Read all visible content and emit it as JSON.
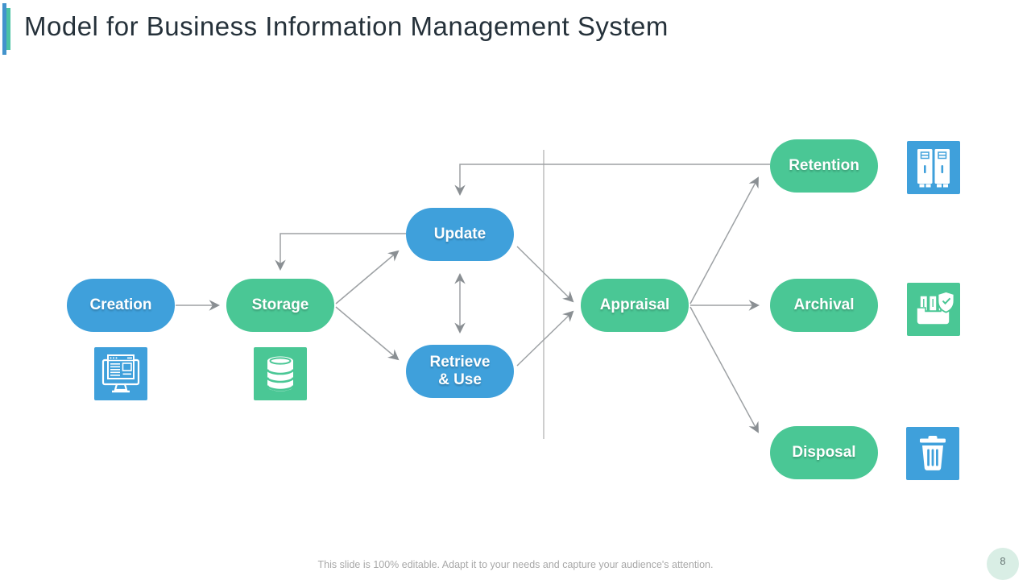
{
  "slide": {
    "title": "Model for Business Information Management System",
    "footer": "This slide is 100% editable. Adapt it to your needs and capture your audience's attention.",
    "page_number": "8"
  },
  "colors": {
    "node_blue": "#3FA0DB",
    "node_green": "#4AC795",
    "connector_gray": "#9DA1A4",
    "arrowhead_gray": "#8A8F93",
    "divider_gray": "#C2C2C2",
    "title_text": "#25313A",
    "footer_text": "#A8A8A8",
    "page_badge_bg": "#D9EEE5",
    "accent_bar_blue": "#4393CC",
    "accent_bar_teal": "#4CC3A5"
  },
  "diagram": {
    "nodes": [
      {
        "id": "creation",
        "label": "Creation",
        "color": "blue",
        "icon": "computer-icon"
      },
      {
        "id": "storage",
        "label": "Storage",
        "color": "green",
        "icon": "database-icon"
      },
      {
        "id": "update",
        "label": "Update",
        "color": "blue",
        "icon": null
      },
      {
        "id": "retrieve_use",
        "label": "Retrieve\n& Use",
        "color": "blue",
        "icon": null
      },
      {
        "id": "appraisal",
        "label": "Appraisal",
        "color": "green",
        "icon": null
      },
      {
        "id": "retention",
        "label": "Retention",
        "color": "green",
        "icon": "lockers-icon"
      },
      {
        "id": "archival",
        "label": "Archival",
        "color": "green",
        "icon": "archive-shield-icon"
      },
      {
        "id": "disposal",
        "label": "Disposal",
        "color": "green",
        "icon": "trash-icon"
      }
    ],
    "edges": [
      {
        "from": "creation",
        "to": "storage",
        "type": "arrow"
      },
      {
        "from": "storage",
        "to": "update",
        "type": "arrow"
      },
      {
        "from": "storage",
        "to": "retrieve_use",
        "type": "arrow"
      },
      {
        "from": "update",
        "to": "retrieve_use",
        "type": "double-arrow"
      },
      {
        "from": "update",
        "to": "storage",
        "type": "elbow-arrow"
      },
      {
        "from": "update",
        "to": "appraisal",
        "type": "arrow"
      },
      {
        "from": "retrieve_use",
        "to": "appraisal",
        "type": "arrow"
      },
      {
        "from": "retention",
        "to": "update",
        "type": "elbow-arrow"
      },
      {
        "from": "appraisal",
        "to": "retention",
        "type": "arrow"
      },
      {
        "from": "appraisal",
        "to": "archival",
        "type": "arrow"
      },
      {
        "from": "appraisal",
        "to": "disposal",
        "type": "arrow"
      }
    ],
    "divider": {
      "orientation": "vertical"
    }
  }
}
